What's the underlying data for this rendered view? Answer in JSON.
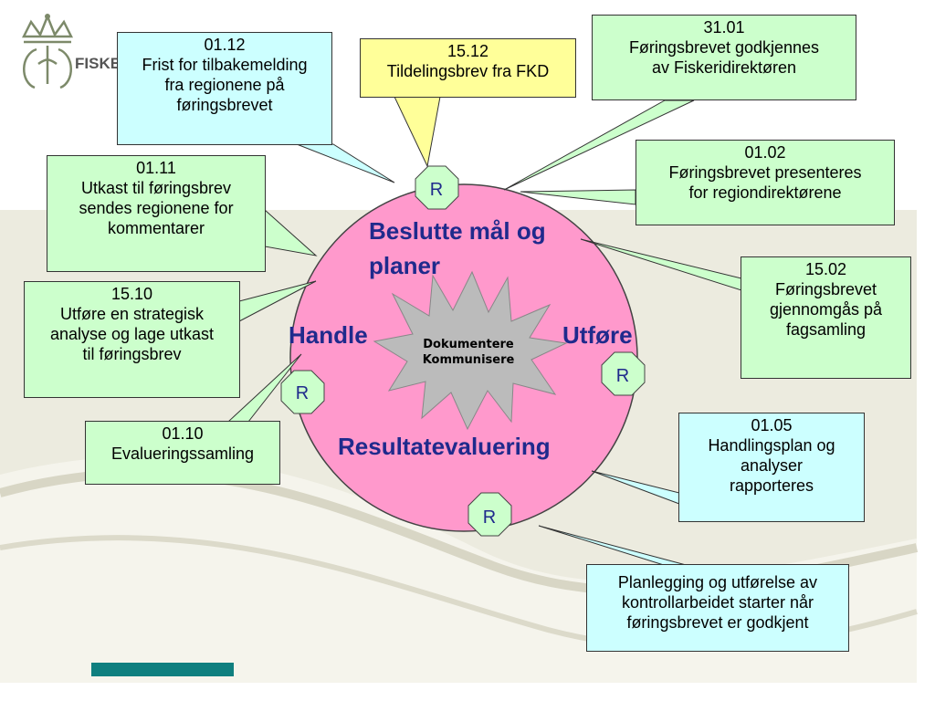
{
  "logo": {
    "text": "FISKER",
    "accent": "#7d8a6a"
  },
  "cycle": {
    "top": "Beslutte mål og planer",
    "left": "Handle",
    "right": "Utføre",
    "bottom": "Resultatevaluering",
    "center_line1": "Dokumentere",
    "center_line2": "Kommunisere",
    "r_label": "R"
  },
  "callouts": {
    "c0112": {
      "date": "01.12",
      "lines": [
        "Frist for tilbakemelding",
        "fra regionene på",
        "føringsbrevet"
      ]
    },
    "c1512": {
      "date": "15.12",
      "lines": [
        "Tildelingsbrev fra FKD"
      ]
    },
    "c3101": {
      "date": "31.01",
      "lines": [
        "Føringsbrevet godkjennes",
        "av Fiskeridirektøren"
      ]
    },
    "c0111": {
      "date": "01.11",
      "lines": [
        "Utkast til føringsbrev",
        "sendes regionene for",
        "kommentarer"
      ]
    },
    "c0102": {
      "date": "01.02",
      "lines": [
        "Føringsbrevet presenteres",
        "for regiondirektørene"
      ]
    },
    "c1502": {
      "date": "15.02",
      "lines": [
        "Føringsbrevet",
        "gjennomgås på",
        "fagsamling"
      ]
    },
    "c1510": {
      "date": "15.10",
      "lines": [
        "Utføre en strategisk",
        "analyse og lage utkast",
        "til føringsbrev"
      ]
    },
    "c0110": {
      "date": "01.10",
      "lines": [
        "Evalueringssamling"
      ]
    },
    "c0105": {
      "date": "01.05",
      "lines": [
        "Handlingsplan og",
        "analyser",
        "rapporteres"
      ]
    },
    "cplan": {
      "date": "",
      "lines": [
        "Planlegging og utførelse av",
        "kontrollarbeidet starter når",
        "føringsbrevet  er godkjent"
      ]
    }
  },
  "colors": {
    "circle": "#ff99cc",
    "callout_green": "#ccffcc",
    "callout_cyan": "#ccffff",
    "callout_yellow": "#ffff99",
    "title_text": "#1f2a8c",
    "star": "#bbbbbb",
    "bar": "#0f7f7f"
  }
}
